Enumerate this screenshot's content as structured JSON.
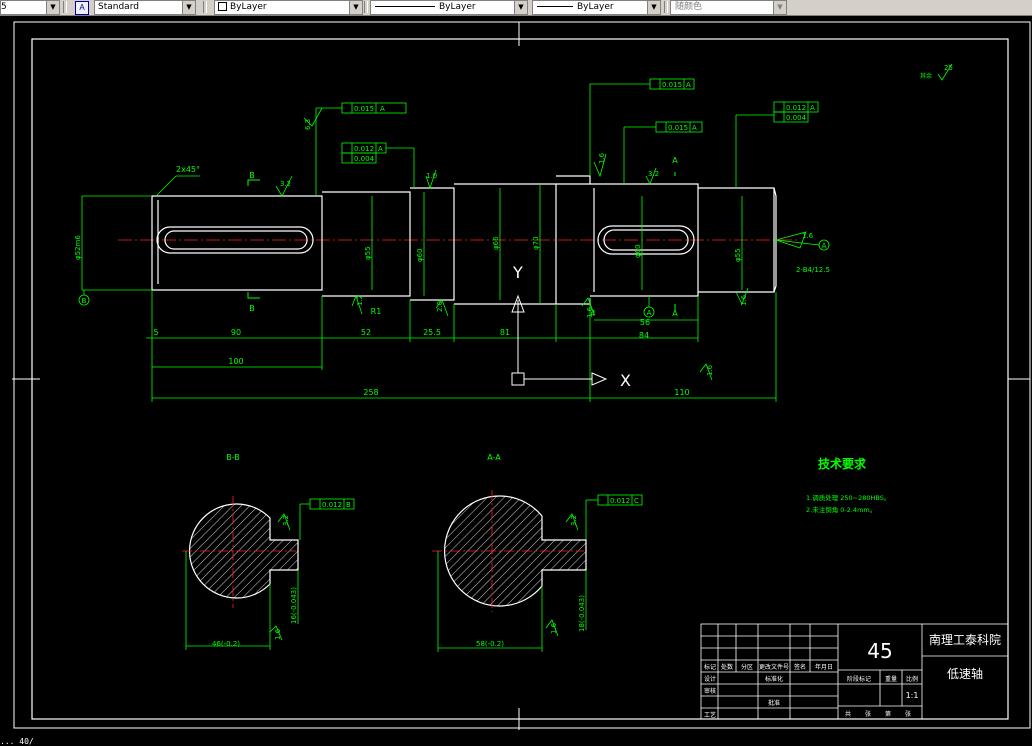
{
  "toolbar": {
    "style_prefix": "5",
    "text_style": "Standard",
    "layer": "ByLayer",
    "linetype": "ByLayer",
    "lineweight": "ByLayer",
    "color": "随颜色"
  },
  "drawing": {
    "chamfer": "2x45°",
    "section_b_mark": "B",
    "section_a_mark": "A",
    "datum_b": "B",
    "datum_a": "A",
    "datum_c": "C",
    "fcf": {
      "runout_015_a": "0.015",
      "ref_a": "A",
      "runout_012_a": "0.012",
      "cyl_004": "0.004",
      "runout_015_top": "0.015",
      "runout_012_right": "0.012",
      "cyl_004_right": "0.004",
      "sym_012_b": "0.012",
      "ref_b": "B",
      "sym_012_c": "0.012",
      "ref_c": "C"
    },
    "roughness": {
      "r63": "6.3",
      "r32a": "3.2",
      "r32b": "3.2",
      "r16a": "1.6",
      "r16b": "1.6",
      "r16c": "1.6",
      "r16d": "1.6",
      "r12": "1.2",
      "r20": "2.0",
      "r10": "1.0",
      "r25": "25",
      "r125": "12.5",
      "r32c": "3.2",
      "r32d": "3.2"
    },
    "rest_label": "其余",
    "center_hole": "2-B4/12.5",
    "diameters": {
      "d1": "φ52m6",
      "d2": "φ55",
      "d3": "φ60",
      "d4": "φ66",
      "d5": "φ70",
      "d6": "φ60",
      "d7": "φ55"
    },
    "dims": {
      "d5": "5",
      "d90": "90",
      "d52": "52",
      "d255": "25.5",
      "d81": "81",
      "d4": "4",
      "d56": "56",
      "d84": "84",
      "d100": "100",
      "d258": "258",
      "d110": "110",
      "r1": "R1"
    },
    "section_bb_title": "B-B",
    "section_aa_title": "A-A",
    "bb_width": "46(-0.2)",
    "bb_key": "16(-0.043)",
    "aa_width": "58(-0.2)",
    "aa_key": "18(-0.043)",
    "ucs_x": "X",
    "ucs_y": "Y",
    "tech_title": "技术要求",
    "tech_items": [
      "1.调质处理 250~280HBS。",
      "2.未注倒角 0-2.4mm。"
    ]
  },
  "title_block": {
    "material": "45",
    "school": "南理工泰科院",
    "part_name": "低速轴",
    "headers": [
      "阶段标记",
      "重量",
      "比例"
    ],
    "scale": "1:1",
    "sheet_labels": [
      "共",
      "张",
      "第",
      "张"
    ],
    "row_labels": [
      "标记",
      "处数",
      "分区",
      "更改文件号",
      "签名",
      "年月日"
    ],
    "left_labels": [
      "设计",
      "审核",
      "工艺"
    ],
    "std_label": "标准化",
    "approve_label": "批准"
  },
  "command_line": "...   40/"
}
